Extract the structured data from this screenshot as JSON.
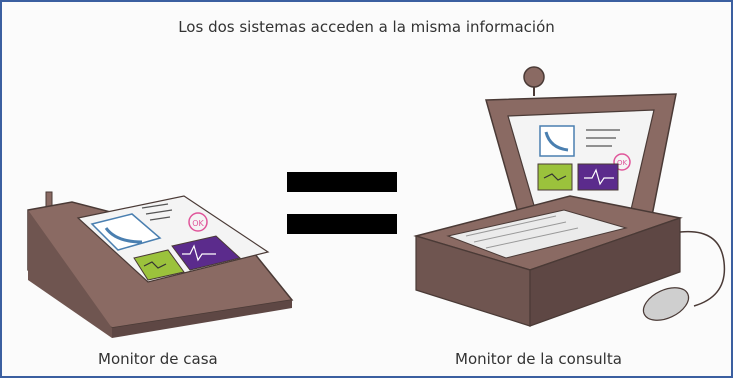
{
  "title": "Los dos sistemas acceden a la misma información",
  "captions": {
    "left": "Monitor de casa",
    "right": "Monitor de la consulta"
  },
  "screen_badge": "OK",
  "colors": {
    "frame": "#3b5fa0",
    "device_body": "#8a6a63",
    "device_dark": "#6f5550",
    "screen": "#f4f4f4",
    "tile_blue": "#4a7fb0",
    "tile_green": "#9bc23c",
    "tile_purple": "#5b2b8c",
    "badge": "#e0559a",
    "equals": "#000000"
  }
}
